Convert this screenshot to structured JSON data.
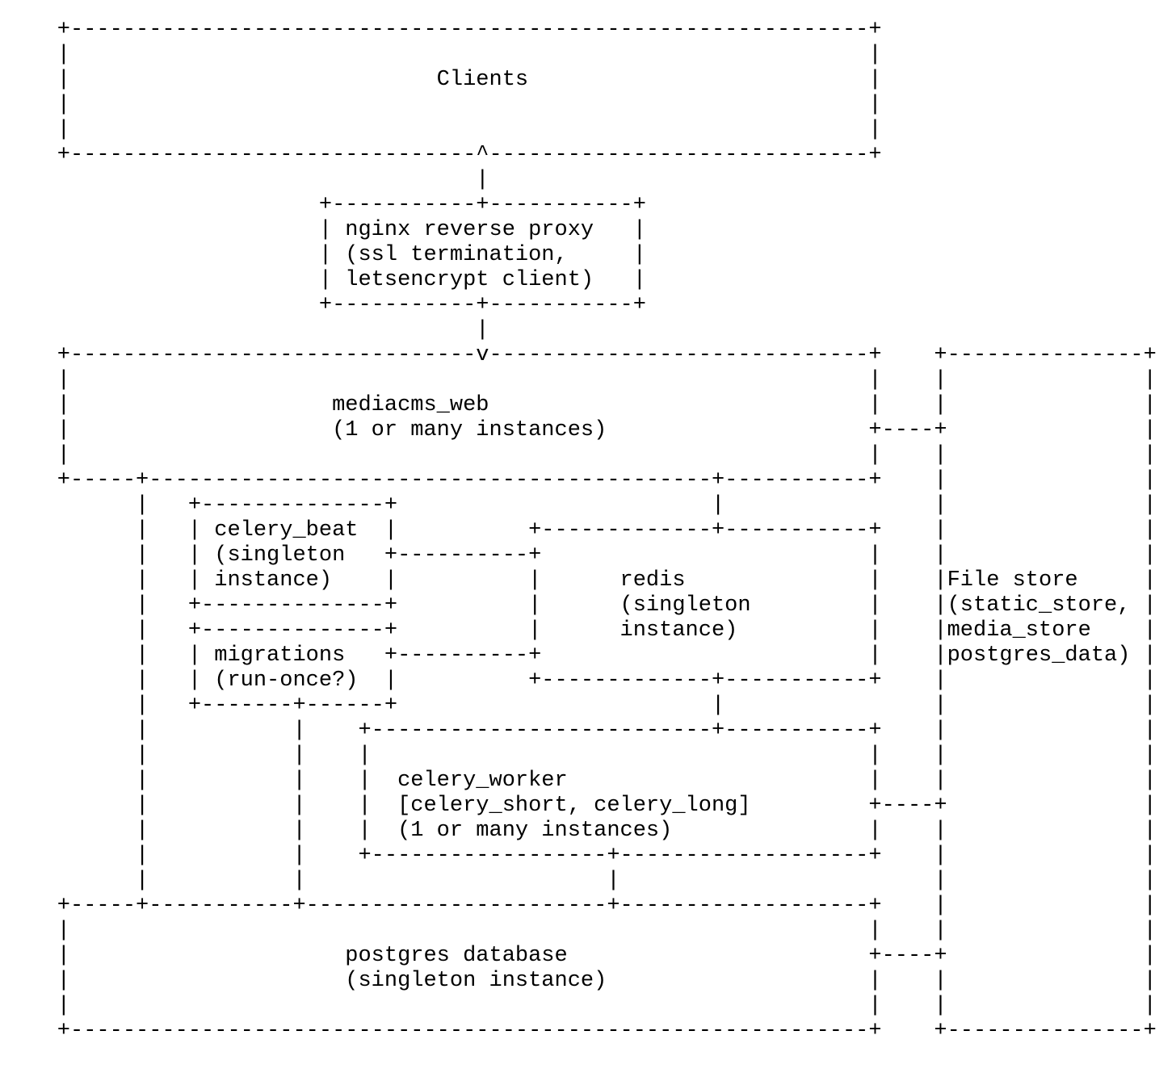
{
  "diagram": {
    "lines": [
      "    +-------------------------------------------------------------+",
      "    |                                                             |",
      "    |                            Clients                          |",
      "    |                                                             |",
      "    |                                                             |",
      "    +-------------------------------^-----------------------------+",
      "                                    |",
      "                        +-----------+-----------+",
      "                        | nginx reverse proxy   |",
      "                        | (ssl termination,     |",
      "                        | letsencrypt client)   |",
      "                        +-----------+-----------+",
      "                                    |",
      "    +-------------------------------v-----------------------------+    +---------------+",
      "    |                                                             |    |               |",
      "    |                    mediacms_web                             |    |               |",
      "    |                    (1 or many instances)                    +----+               |",
      "    |                                                             |    |               |",
      "    +-----+-------------------------------------------+-----------+    |               |",
      "          |   +--------------+                        |                |               |",
      "          |   | celery_beat  |          +-------------+-----------+    |               |",
      "          |   | (singleton   +----------+                         |    |               |",
      "          |   | instance)    |          |      redis              |    |File store     |",
      "          |   +--------------+          |      (singleton         |    |(static_store, |",
      "          |   +--------------+          |      instance)          |    |media_store    |",
      "          |   | migrations   +----------+                         |    |postgres_data) |",
      "          |   | (run-once?)  |          +-------------+-----------+    |               |",
      "          |   +-------+------+                        |                |               |",
      "          |           |    +--------------------------+-----------+    |               |",
      "          |           |    |                                      |    |               |",
      "          |           |    |  celery_worker                       |    |               |",
      "          |           |    |  [celery_short, celery_long]         +----+               |",
      "          |           |    |  (1 or many instances)               |    |               |",
      "          |           |    +------------------+-------------------+    |               |",
      "          |           |                       |                        |               |",
      "    +-----+-----------+-----------------------+-------------------+    |               |",
      "    |                                                             |    |               |",
      "    |                     postgres database                       +----+               |",
      "    |                     (singleton instance)                    |    |               |",
      "    |                                                             |    |               |",
      "    +-------------------------------------------------------------+    +---------------+"
    ]
  },
  "nodes": [
    {
      "id": "clients",
      "label": "Clients",
      "sublabel": ""
    },
    {
      "id": "nginx",
      "label": "nginx reverse proxy",
      "sublabel": "(ssl termination, letsencrypt client)"
    },
    {
      "id": "mediacms_web",
      "label": "mediacms_web",
      "sublabel": "(1 or many instances)"
    },
    {
      "id": "celery_beat",
      "label": "celery_beat",
      "sublabel": "(singleton instance)"
    },
    {
      "id": "redis",
      "label": "redis",
      "sublabel": "(singleton instance)"
    },
    {
      "id": "migrations",
      "label": "migrations",
      "sublabel": "(run-once?)"
    },
    {
      "id": "celery_worker",
      "label": "celery_worker",
      "sublabel": "[celery_short, celery_long] (1 or many instances)"
    },
    {
      "id": "postgres",
      "label": "postgres database",
      "sublabel": "(singleton instance)"
    },
    {
      "id": "file_store",
      "label": "File store",
      "sublabel": "(static_store, media_store postgres_data)"
    }
  ],
  "edges": [
    {
      "from": "nginx",
      "to": "clients"
    },
    {
      "from": "nginx",
      "to": "mediacms_web"
    },
    {
      "from": "mediacms_web",
      "to": "file_store"
    },
    {
      "from": "mediacms_web",
      "to": "redis"
    },
    {
      "from": "mediacms_web",
      "to": "postgres"
    },
    {
      "from": "celery_beat",
      "to": "redis"
    },
    {
      "from": "migrations",
      "to": "redis"
    },
    {
      "from": "migrations",
      "to": "postgres"
    },
    {
      "from": "redis",
      "to": "celery_worker"
    },
    {
      "from": "celery_worker",
      "to": "file_store"
    },
    {
      "from": "celery_worker",
      "to": "postgres"
    },
    {
      "from": "postgres",
      "to": "file_store"
    }
  ]
}
